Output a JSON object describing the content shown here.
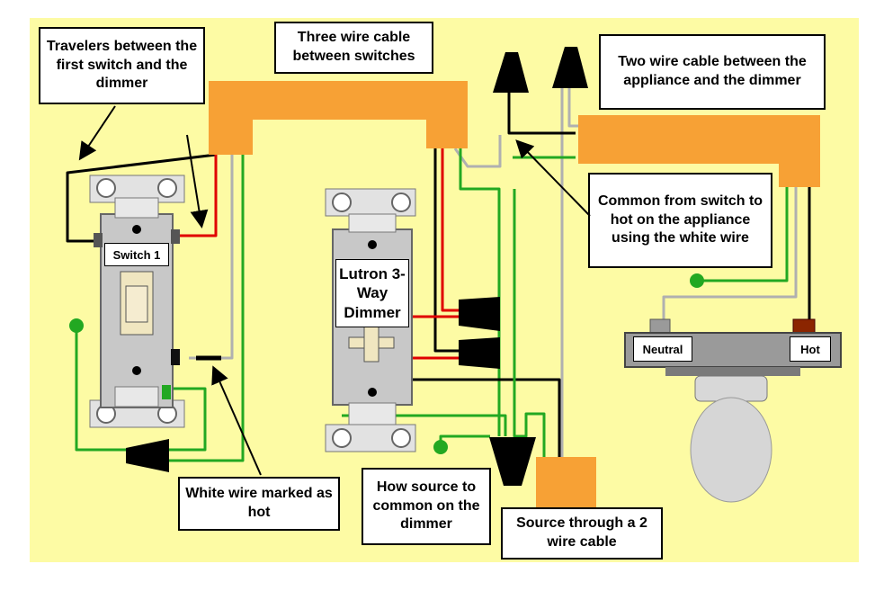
{
  "callouts": {
    "travelers": "Travelers between the first switch and the dimmer",
    "three_wire": "Three wire cable between switches",
    "two_wire": "Two wire cable between the appliance and the dimmer",
    "common": "Common from switch to hot on the appliance using the white wire",
    "white_marked": "White wire marked as hot",
    "how_source": "How source to common on the dimmer",
    "source": "Source through a 2 wire cable"
  },
  "labels": {
    "switch1": "Switch 1",
    "dimmer": "Lutron 3-Way Dimmer",
    "neutral": "Neutral",
    "hot": "Hot"
  },
  "colors": {
    "background": "#fdfba4",
    "cable": "#f7a135",
    "switch_body": "#c8c8c8",
    "hot_wire": "#000000",
    "traveler_red": "#e00000",
    "neutral_white": "#b0b0b0",
    "ground_green": "#22a822",
    "hot_terminal": "#8b2500"
  }
}
